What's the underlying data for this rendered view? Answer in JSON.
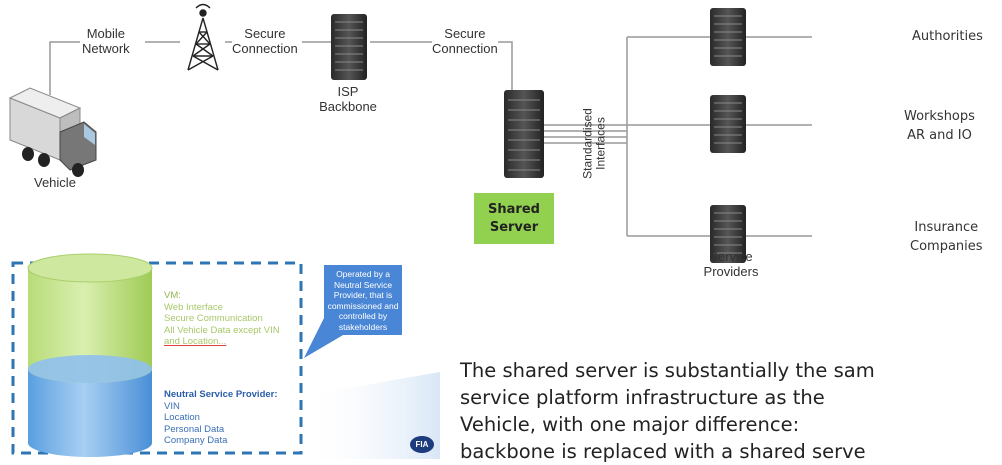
{
  "diagram": {
    "labels": {
      "mobile_network": [
        "Mobile",
        "Network"
      ],
      "secure_connection_1": [
        "Secure",
        "Connection"
      ],
      "isp_backbone": [
        "ISP",
        "Backbone"
      ],
      "secure_connection_2": [
        "Secure",
        "Connection"
      ],
      "vehicle": "Vehicle",
      "standardised_interfaces": [
        "Standardised",
        "Interfaces"
      ],
      "shared_server": [
        "Shared",
        "Server"
      ],
      "service_providers": [
        "Service",
        "Providers"
      ]
    },
    "recipients": {
      "authorities": "Authorities",
      "workshops": [
        "Workshops",
        "AR and IO"
      ],
      "insurance": [
        "Insurance",
        "Companies"
      ]
    },
    "colors": {
      "shared_server_fill": "#92d050",
      "callout_fill": "#4a86d6",
      "dashed_border": "#2e75b6"
    }
  },
  "inset": {
    "vm": {
      "title": "VM:",
      "lines": [
        "Web Interface",
        "Secure Communication",
        "All Vehicle Data except VIN",
        "and Location..."
      ]
    },
    "nsp": {
      "title": "Neutral Service Provider:",
      "lines": [
        "VIN",
        "Location",
        "Personal Data",
        "Company Data"
      ]
    },
    "callout": [
      "Operated by a",
      "Neutral Service",
      "Provider, that  is",
      "commissioned and",
      "controlled by",
      "stakeholders"
    ],
    "logo": "FIA"
  },
  "paragraph": {
    "lines": [
      "The shared server is substantially the sam",
      "service  platform  infrastructure  as  the",
      "Vehicle,   with   one   major   difference:",
      "backbone is replaced with a shared serve"
    ]
  }
}
